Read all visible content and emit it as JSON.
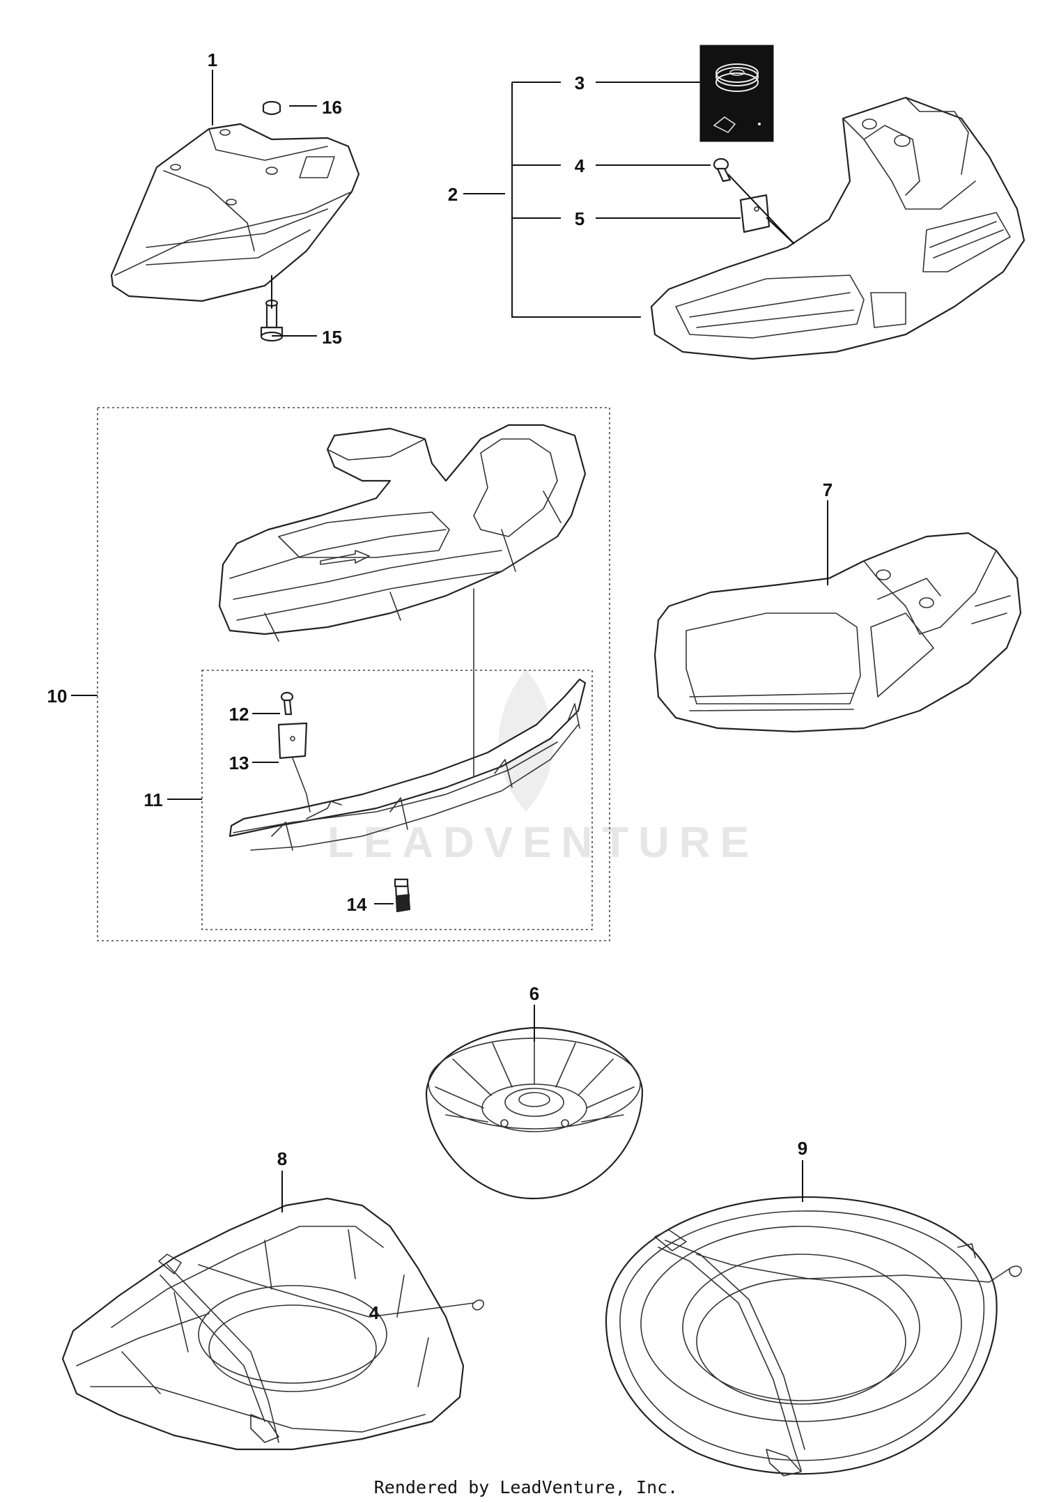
{
  "diagram": {
    "callouts": {
      "c1": "1",
      "c2": "2",
      "c3": "3",
      "c4": "4",
      "c5": "5",
      "c6": "6",
      "c7": "7",
      "c8": "8",
      "c9": "9",
      "c10": "10",
      "c11": "11",
      "c12": "12",
      "c13": "13",
      "c14": "14",
      "c15": "15",
      "c16": "16",
      "c4b": "4"
    },
    "watermark": "LEADVENTURE",
    "footer": "Rendered by LeadVenture, Inc."
  }
}
